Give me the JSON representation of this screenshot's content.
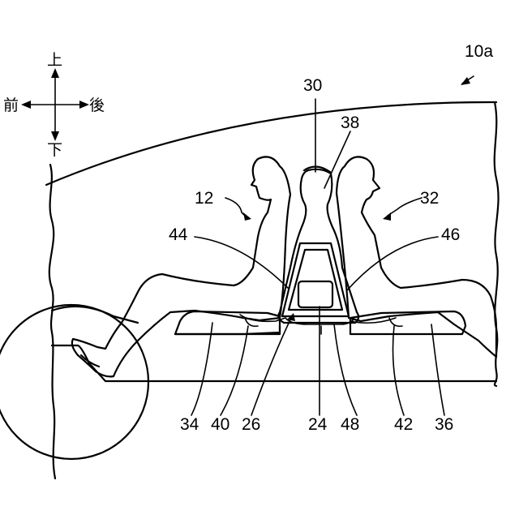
{
  "directions": {
    "up": "上",
    "down": "下",
    "front": "前",
    "rear": "後"
  },
  "labels": {
    "vehicle": "10a",
    "occupant_front": "12",
    "occupant_rear": "32",
    "seatback_unit": "30",
    "headrest": "38",
    "strap_front": "44",
    "strap_rear": "46",
    "cushion_front": "34",
    "cushion_rear": "36",
    "frame_front": "40",
    "frame_rear": "42",
    "housing": "26",
    "module": "24",
    "link": "48"
  }
}
